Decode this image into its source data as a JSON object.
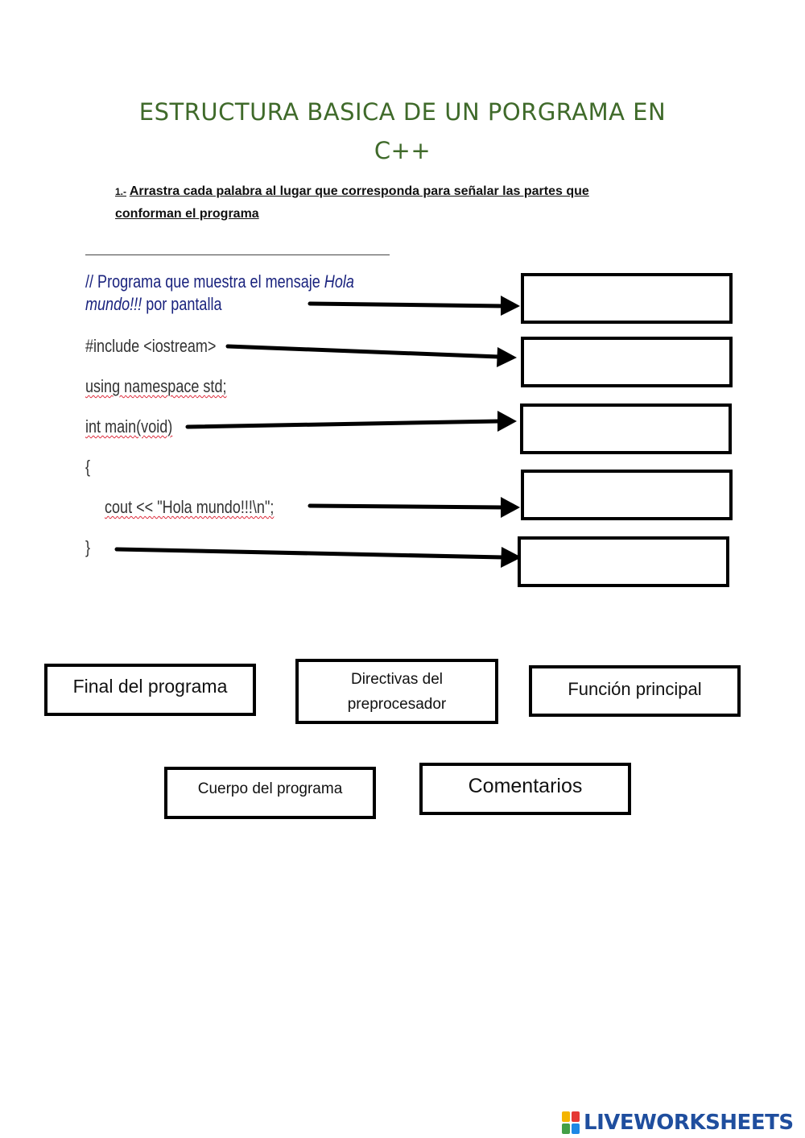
{
  "title": {
    "line1": "ESTRUCTURA BASICA DE UN PORGRAMA EN",
    "line2": "C++"
  },
  "instruction": {
    "number": "1.-",
    "text": "Arrastra cada palabra al lugar que corresponda para señalar las partes que conforman el programa"
  },
  "code": {
    "comment_part1": "// Programa que muestra el mensaje ",
    "comment_italic1": "Hola",
    "comment_italic2": "mundo!!!",
    "comment_part2": " por pantalla",
    "include": "#include <iostream>",
    "using": "using namespace std;",
    "main": "int main(void)",
    "open_brace": "{",
    "cout": "cout << \"Hola mundo!!!\\n\";",
    "close_brace": "}"
  },
  "chips": {
    "final": "Final del programa",
    "directivas": "Directivas del preprocesador",
    "funcion": "Función principal",
    "cuerpo": "Cuerpo del programa",
    "comentarios": "Comentarios"
  },
  "footer": {
    "logo_text": "LIVEWORKSHEETS"
  },
  "colors": {
    "title": "#3f6a2a",
    "comment": "#1a237e",
    "logo": "#1f4e9e"
  }
}
